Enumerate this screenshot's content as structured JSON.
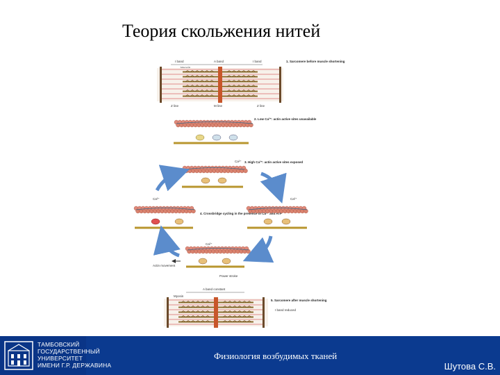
{
  "slide": {
    "title": "Теория скольжения нитей"
  },
  "figure": {
    "top_labels": [
      "I band",
      "A band",
      "I band"
    ],
    "myosin_label": "Myosin",
    "actin_label": "Actin",
    "z_line_label": "Z line",
    "m_line_label": "M line",
    "steps": [
      "1. Sarcomere before muscle shortening",
      "2. Low Ca²⁺: actin active sites unavailable",
      "3. High Ca²⁺: actin active sites exposed",
      "4. Crossbridge cycling in the presence of Ca²⁺ and ATP",
      "5. Sarcomere after muscle shortening"
    ],
    "ca_label": "Ca²⁺",
    "actin_movement_label": "Actin movement",
    "power_stroke_label": "Power stroke",
    "a_band_const_label": "A band constant",
    "i_band_reduced_label": "I band reduced"
  },
  "footer": {
    "university_lines": [
      "ТАМБОВСКИЙ",
      "ГОСУДАРСТВЕННЫЙ",
      "УНИВЕРСИТЕТ",
      "ИМЕНИ Г.Р. ДЕРЖАВИНА"
    ],
    "course": "Физиология возбудимых тканей",
    "author": "Шутова С.В."
  },
  "colors": {
    "footer_bg": "#0b3a8f",
    "actin": "#d9826e",
    "myosin": "#c9a24a",
    "m_line": "#c8562a",
    "arrow": "#5b8ccc"
  }
}
